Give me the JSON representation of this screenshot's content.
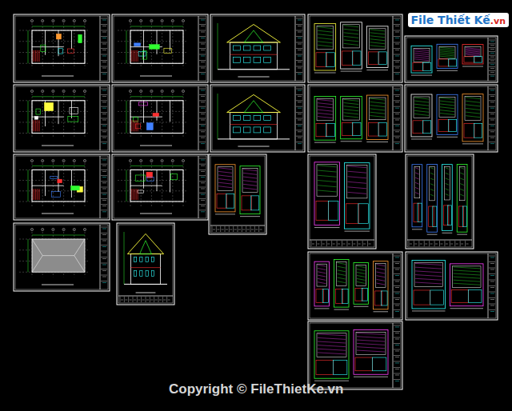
{
  "diagram": {
    "labels": [
      "File Thiết Kế",
      ".vn",
      "Copyright © FileThietKe.vn"
    ]
  }
}
